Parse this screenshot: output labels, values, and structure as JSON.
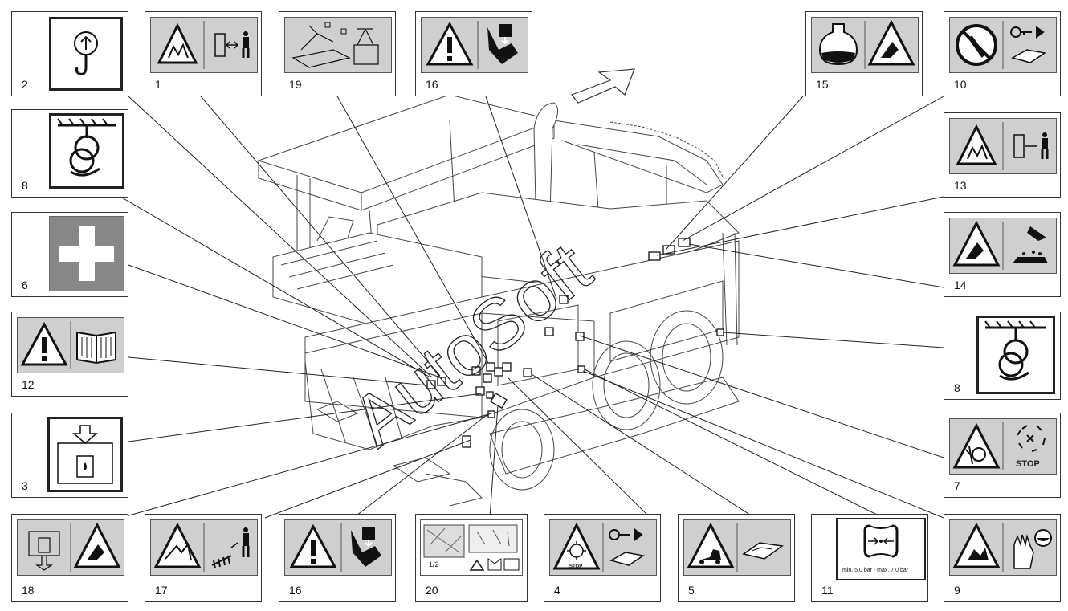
{
  "labels": [
    {
      "id": "2",
      "number": "2"
    },
    {
      "id": "1",
      "number": "1"
    },
    {
      "id": "19",
      "number": "19"
    },
    {
      "id": "16a",
      "number": "16"
    },
    {
      "id": "15",
      "number": "15"
    },
    {
      "id": "10",
      "number": "10"
    },
    {
      "id": "8a",
      "number": "8"
    },
    {
      "id": "13",
      "number": "13"
    },
    {
      "id": "6",
      "number": "6"
    },
    {
      "id": "14",
      "number": "14"
    },
    {
      "id": "12",
      "number": "12"
    },
    {
      "id": "8b",
      "number": "8"
    },
    {
      "id": "3",
      "number": "3"
    },
    {
      "id": "7",
      "number": "7"
    },
    {
      "id": "18",
      "number": "18"
    },
    {
      "id": "17",
      "number": "17"
    },
    {
      "id": "16b",
      "number": "16"
    },
    {
      "id": "20",
      "number": "20"
    },
    {
      "id": "4",
      "number": "4"
    },
    {
      "id": "5",
      "number": "5"
    },
    {
      "id": "11",
      "number": "11"
    },
    {
      "id": "9",
      "number": "9"
    }
  ],
  "label7_text": "STOP",
  "label4_text": "STOP",
  "label11_text": "min. 5,0 bar - max. 7,0 bar",
  "label20_text": "1/2",
  "watermark": "AutoSoft",
  "colors": {
    "panel": "#cfcfcf",
    "line": "#333333",
    "watermark": "#222222"
  }
}
